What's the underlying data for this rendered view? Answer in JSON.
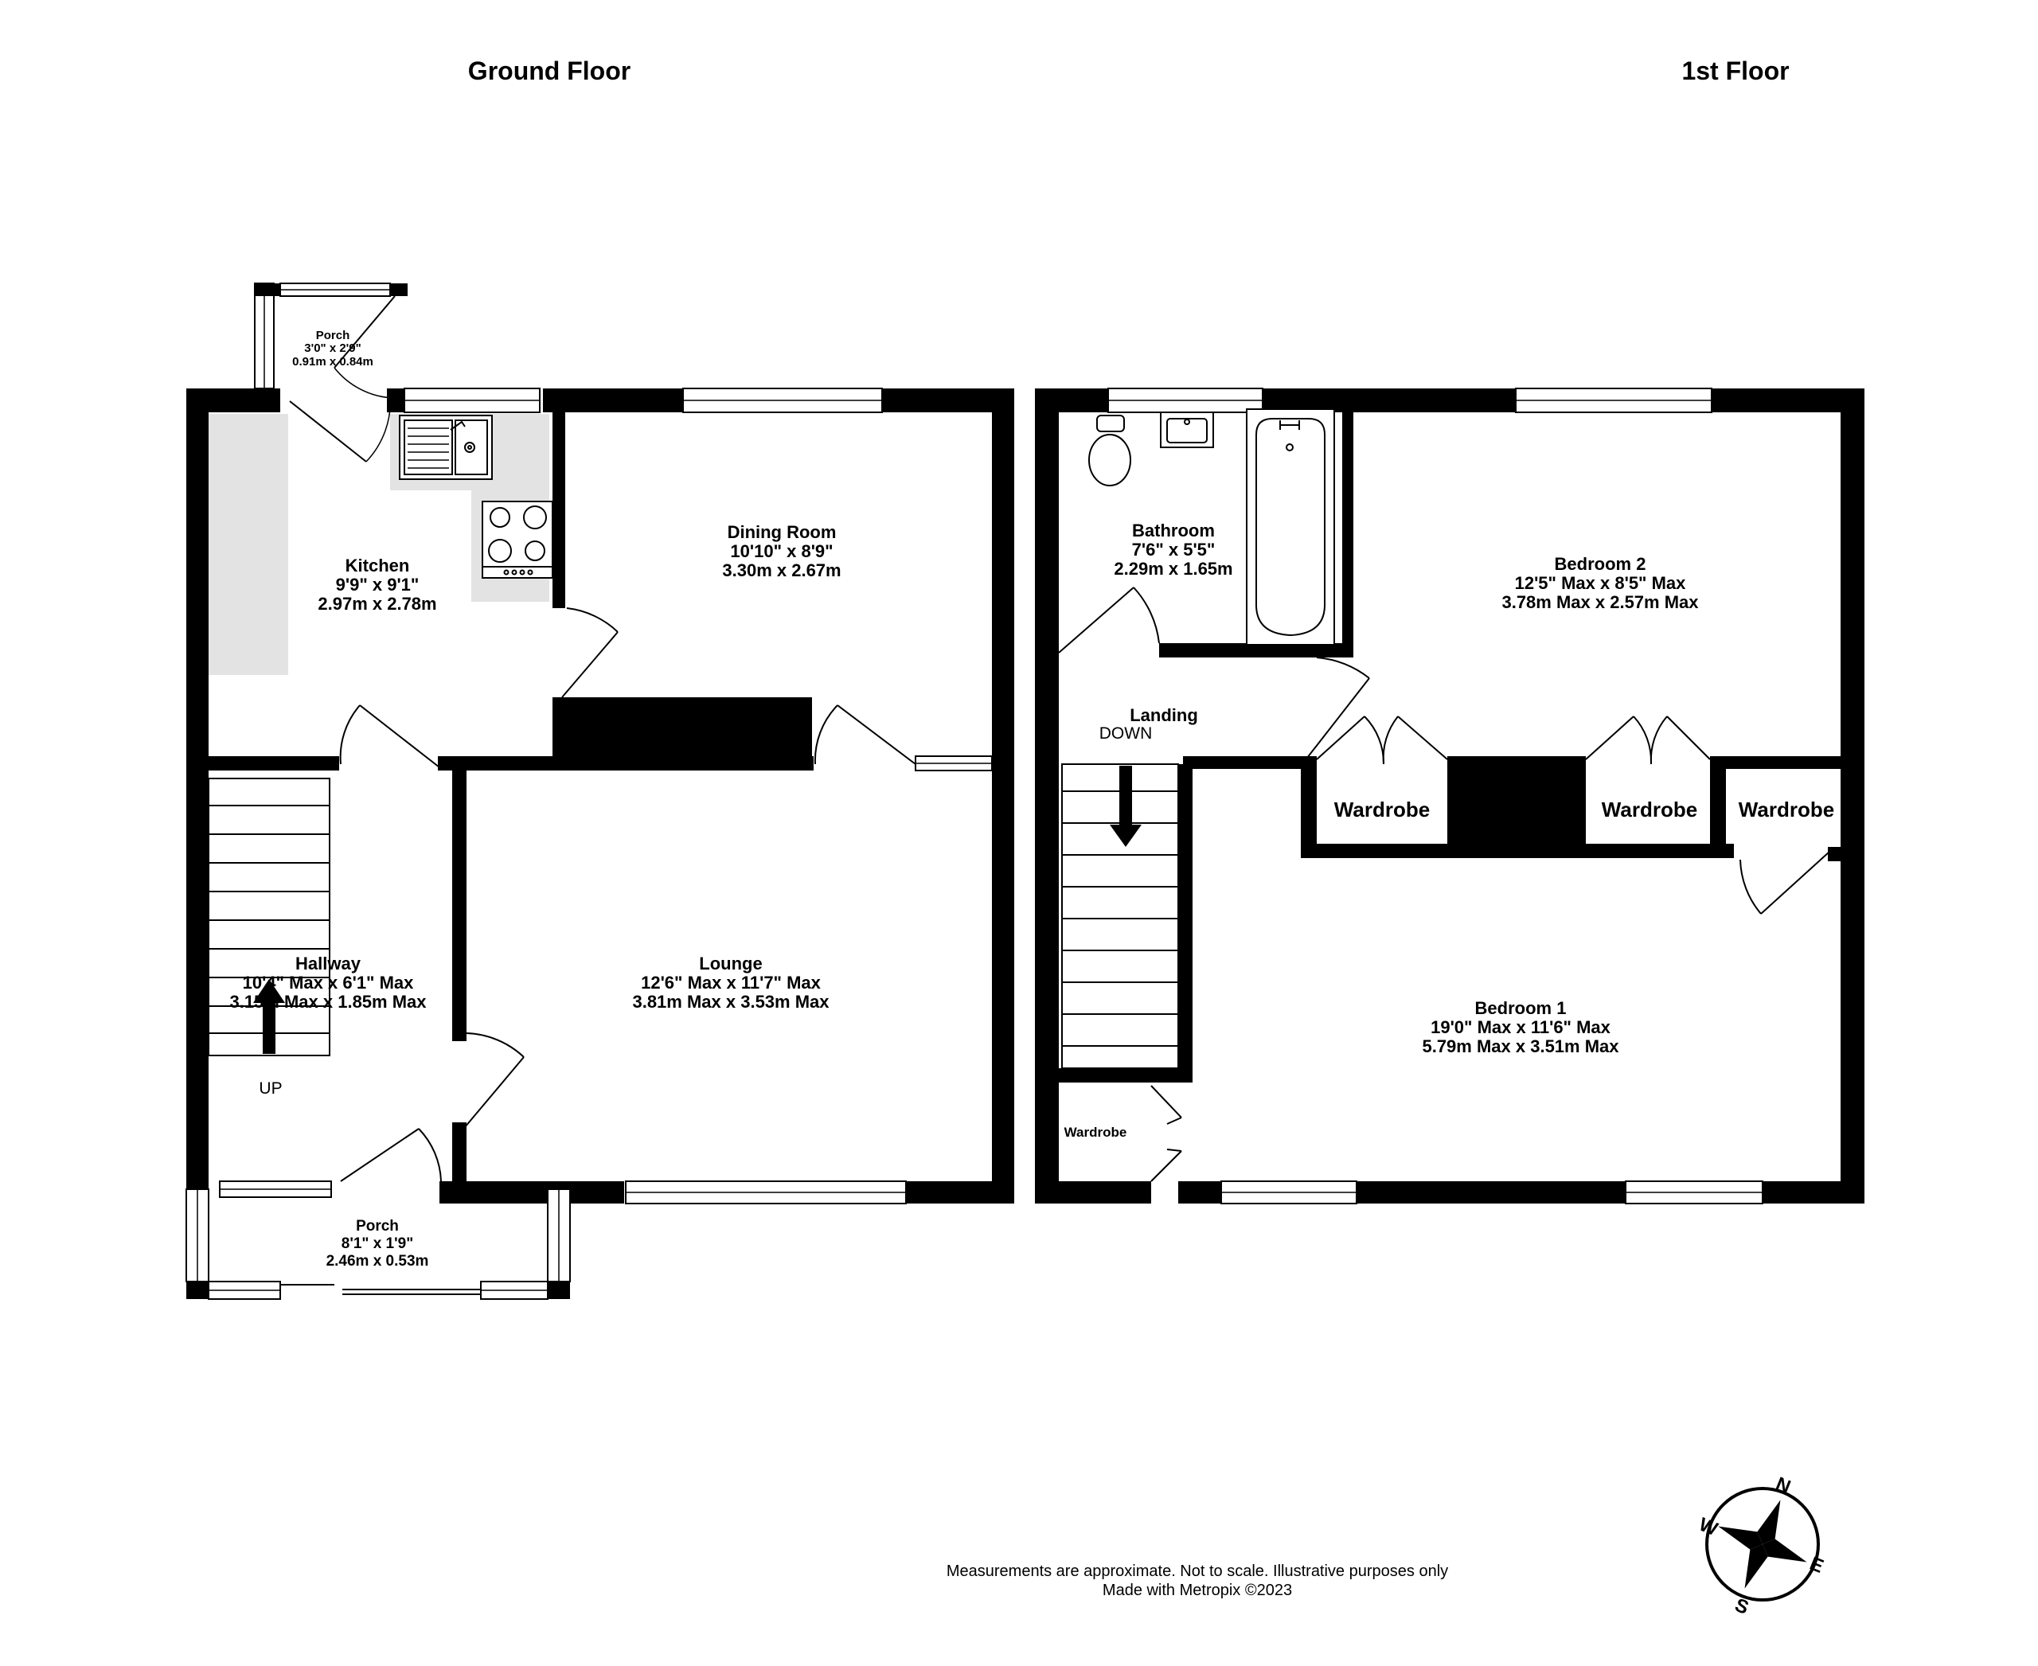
{
  "floors": [
    {
      "title": "Ground Floor"
    },
    {
      "title": "1st Floor"
    }
  ],
  "rooms": {
    "porch_back": {
      "name": "Porch",
      "dim_imperial": "3'0\"  x 2'9\"",
      "dim_metric": "0.91m  x 0.84m"
    },
    "kitchen": {
      "name": "Kitchen",
      "dim_imperial": "9'9\"  x 9'1\"",
      "dim_metric": "2.97m  x 2.78m"
    },
    "dining": {
      "name": "Dining Room",
      "dim_imperial": "10'10\"  x 8'9\"",
      "dim_metric": "3.30m  x 2.67m"
    },
    "hallway": {
      "name": "Hallway",
      "dim_imperial": "10'4\" Max x 6'1\" Max",
      "dim_metric": "3.15m Max x 1.85m Max"
    },
    "lounge": {
      "name": "Lounge",
      "dim_imperial": "12'6\" Max x 11'7\" Max",
      "dim_metric": "3.81m Max x 3.53m Max"
    },
    "porch_front": {
      "name": "Porch",
      "dim_imperial": "8'1\"  x 1'9\"",
      "dim_metric": "2.46m  x 0.53m"
    },
    "bathroom": {
      "name": "Bathroom",
      "dim_imperial": "7'6\"  x 5'5\"",
      "dim_metric": "2.29m  x 1.65m"
    },
    "bedroom2": {
      "name": "Bedroom 2",
      "dim_imperial": "12'5\" Max x 8'5\" Max",
      "dim_metric": "3.78m Max x 2.57m Max"
    },
    "landing": {
      "name": "Landing"
    },
    "bedroom1": {
      "name": "Bedroom 1",
      "dim_imperial": "19'0\" Max x 11'6\" Max",
      "dim_metric": "5.79m Max x 3.51m Max"
    }
  },
  "labels": {
    "up": "UP",
    "down": "DOWN",
    "wardrobe": "Wardrobe"
  },
  "compass": {
    "n": "N",
    "e": "E",
    "s": "S",
    "w": "W"
  },
  "footer": {
    "line1": "Measurements are approximate.  Not to scale.  Illustrative purposes only",
    "line2": "Made with Metropix ©2023"
  }
}
